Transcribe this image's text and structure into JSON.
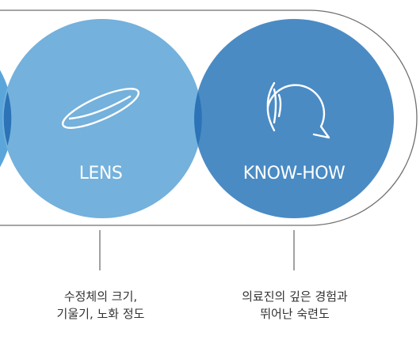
{
  "colors": {
    "outline": "#6f6f6f",
    "left_circle": "#5aa6da",
    "lens_circle": "#74b1dc",
    "knowhow_circle": "#4a8bc4",
    "overlap": "#2c73b7",
    "icon_stroke": "#ffffff",
    "caption_text": "#333333"
  },
  "circles": [
    {
      "id": "left-partial",
      "label": ""
    },
    {
      "id": "lens",
      "label": "LENS",
      "icon": "lens-icon"
    },
    {
      "id": "knowhow",
      "label": "KNOW-HOW",
      "icon": "eye-icon"
    }
  ],
  "captions": {
    "lens": [
      "수정체의 크기,",
      "기울기, 노화 정도"
    ],
    "knowhow": [
      "의료진의 깊은 경험과",
      "뛰어난 숙련도"
    ]
  }
}
